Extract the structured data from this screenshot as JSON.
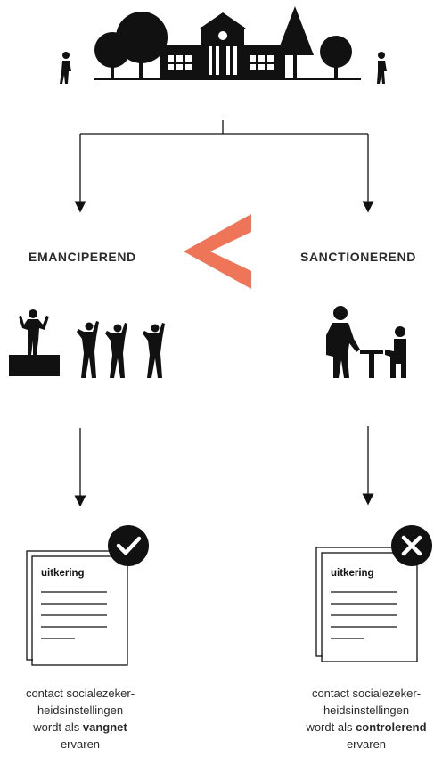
{
  "left": {
    "label": "EMANCIPEREND",
    "document_title": "uitkering",
    "badge": "check-icon",
    "caption_line1": "contact socialezeker-",
    "caption_line2": "heidsinstellingen",
    "caption_prefix": "wordt als ",
    "caption_emphasis": "vangnet",
    "caption_suffix": "ervaren"
  },
  "right": {
    "label": "SANCTIONEREND",
    "document_title": "uitkering",
    "badge": "cross-icon",
    "caption_line1": "contact socialezeker-",
    "caption_line2": "heidsinstellingen",
    "caption_prefix": "wordt als ",
    "caption_emphasis": "controlerend",
    "caption_suffix": "ervaren"
  },
  "comparison_symbol": "<",
  "colors": {
    "accent": "#EE7558",
    "ink": "#111111",
    "text": "#2b2b2b"
  }
}
